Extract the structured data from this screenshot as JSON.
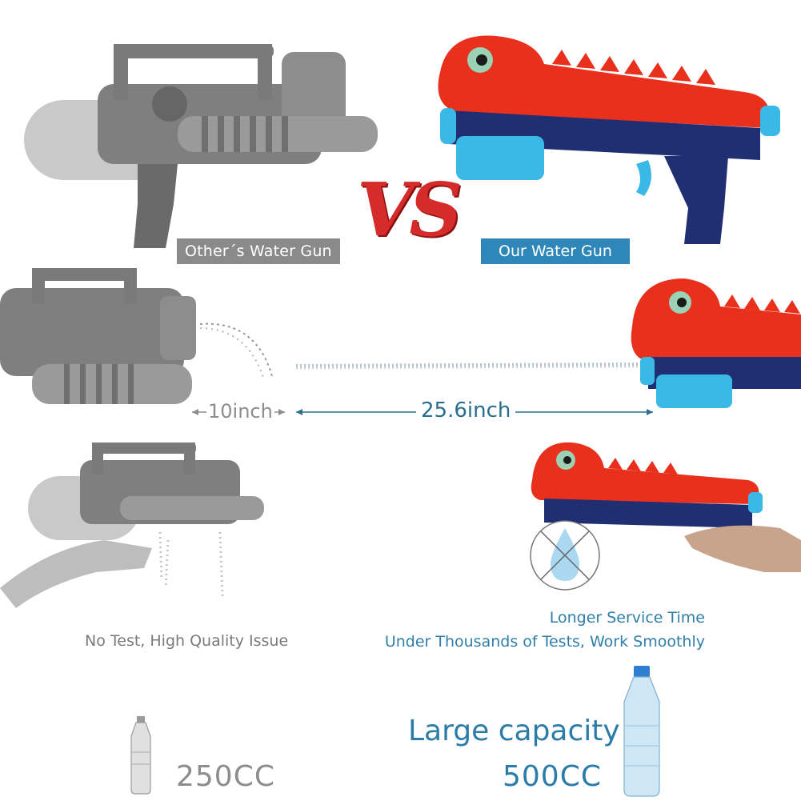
{
  "colors": {
    "dino_red": "#e8301d",
    "navy": "#1f2f72",
    "light_blue": "#3bb9e6",
    "gray_gun": "#8a8a8a",
    "label_gray": "#8a8a8a",
    "label_blue": "#2f87b9",
    "vs_red": "#d52b2b"
  },
  "icons": {
    "gray_water_gun": "gray-water-gun-icon",
    "dino_water_gun": "dino-water-gun-icon",
    "no_leak": "crossed-water-drop-icon",
    "bottle": "water-bottle-icon"
  },
  "comparison": {
    "vs_text": "VS",
    "other_label": "Other´s Water Gun",
    "our_label": "Our Water Gun"
  },
  "range": {
    "other_distance": "10inch",
    "our_distance": "25.6inch"
  },
  "quality": {
    "other_note": "No Test, High Quality Issue",
    "our_note_line1": "Longer Service Time",
    "our_note_line2": "Under Thousands of Tests, Work Smoothly"
  },
  "capacity": {
    "title": "Large capacity",
    "other_value": "250CC",
    "our_value": "500CC"
  }
}
